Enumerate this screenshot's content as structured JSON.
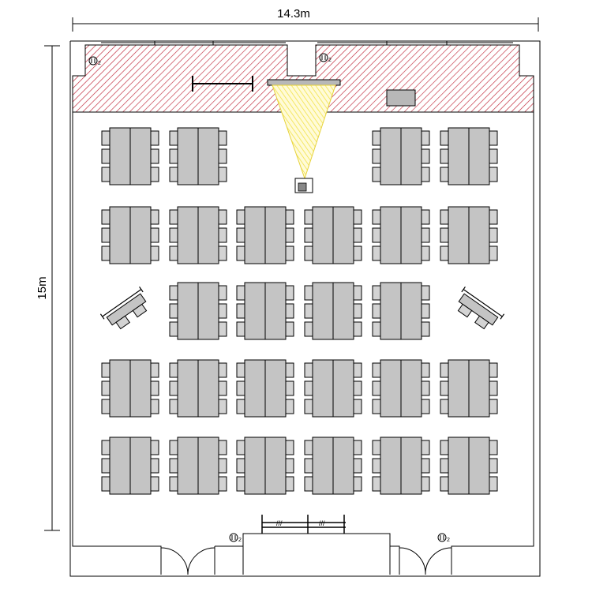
{
  "dimensions": {
    "width_label": "14.3m",
    "height_label": "15m"
  },
  "fixtures": {
    "outlet_label": "2",
    "dock_marks": "///"
  },
  "layout": {
    "rows": [
      {
        "row": 1,
        "tables_per_side": [
          2,
          2
        ]
      },
      {
        "row": 2,
        "tables": 6
      },
      {
        "row": 3,
        "tables": 4
      },
      {
        "row": 4,
        "tables": 6
      },
      {
        "row": 5,
        "tables": 6
      }
    ],
    "angled_tables": 2
  },
  "colors": {
    "hatch": "#c0283a",
    "projector_beam": "#f2e34a",
    "table_fill": "#c4c4c4",
    "chair_fill": "#d3d3d3"
  },
  "icons": [
    "projector-icon",
    "screen-icon",
    "outlet-icon",
    "door-icon"
  ]
}
